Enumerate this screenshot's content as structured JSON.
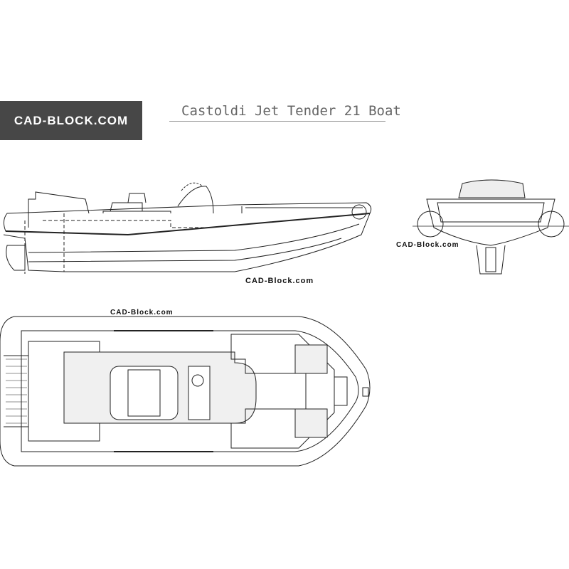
{
  "logo": {
    "text": "CAD-BLOCK.COM",
    "bg_color": "#474747"
  },
  "title": "Castoldi Jet Tender 21 Boat",
  "watermarks": [
    "CAD-Block.com",
    "CAD-Block.com",
    "CAD-Block.com"
  ],
  "views": [
    "side-view",
    "front-view",
    "top-view"
  ]
}
